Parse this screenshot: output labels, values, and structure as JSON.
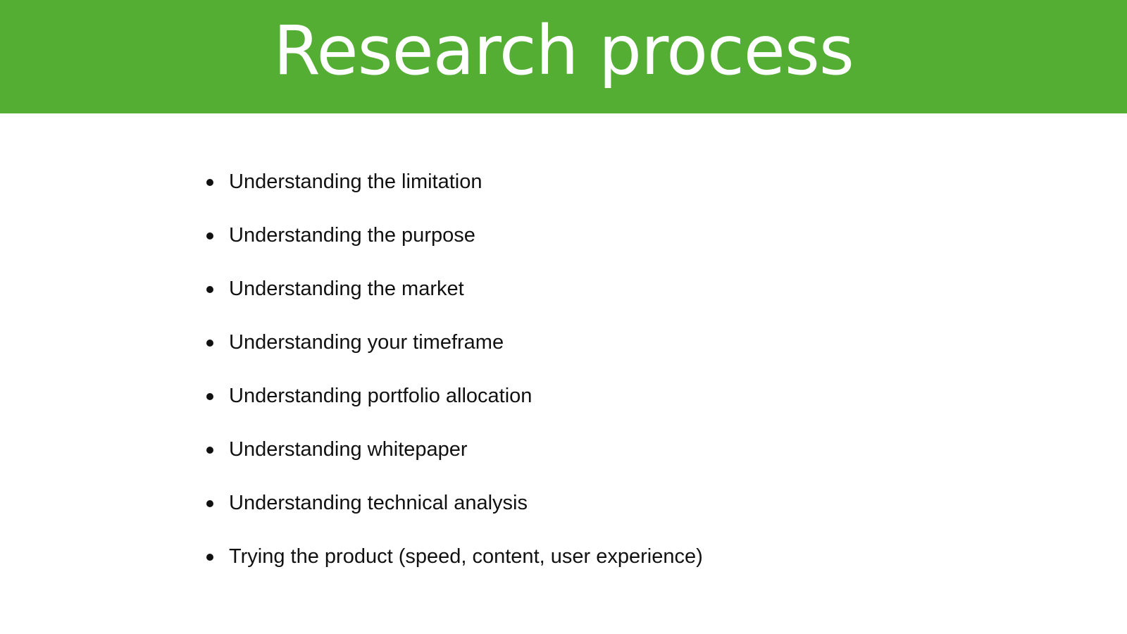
{
  "slide": {
    "title": "Research process",
    "header_color": "#54ae34",
    "bullets": [
      "Understanding the limitation",
      "Understanding the purpose",
      "Understanding the market",
      "Understanding your timeframe",
      "Understanding portfolio allocation",
      "Understanding whitepaper",
      "Understanding technical analysis",
      "Trying the product (speed, content, user experience)"
    ]
  }
}
